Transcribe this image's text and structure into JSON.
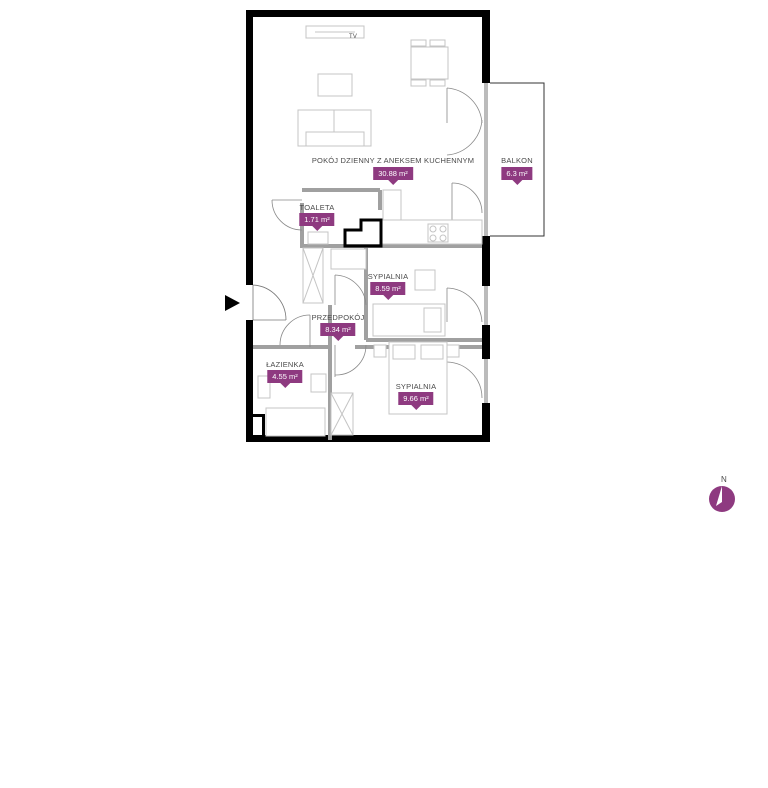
{
  "rooms": {
    "living": {
      "name": "POKÓJ DZIENNY Z ANEKSEM KUCHENNYM",
      "area": "30.88 m²"
    },
    "balcony": {
      "name": "BALKON",
      "area": "6.3 m²"
    },
    "toilet": {
      "name": "TOALETA",
      "area": "1.71 m²"
    },
    "bedroom1": {
      "name": "SYPIALNIA",
      "area": "8.59 m²"
    },
    "hallway": {
      "name": "PRZEDPOKÓJ",
      "area": "8.34 m²"
    },
    "bathroom": {
      "name": "ŁAZIENKA",
      "area": "4.55 m²"
    },
    "bedroom2": {
      "name": "SYPIALNIA",
      "area": "9.66 m²"
    }
  },
  "tv_label": "TV",
  "compass": {
    "label": "N"
  },
  "colors": {
    "accent": "#8e3a80",
    "wall": "#000000",
    "partition": "#9a9a9a",
    "furniture": "#c8c8c8"
  }
}
